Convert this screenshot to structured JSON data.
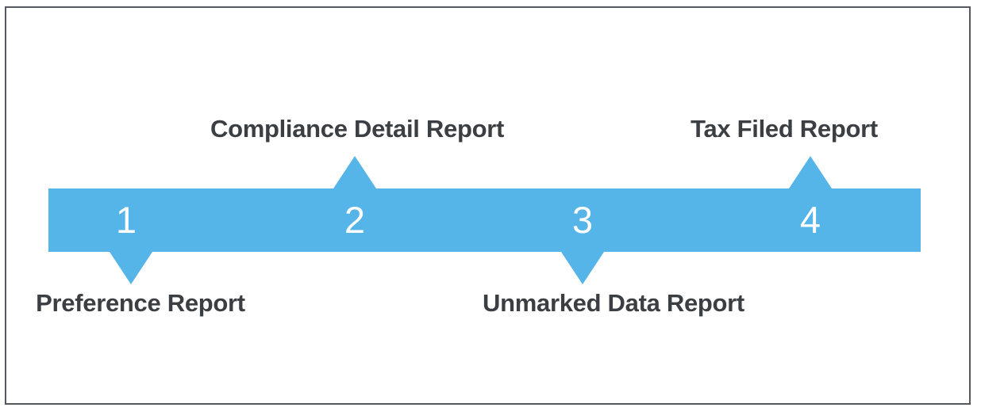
{
  "diagram": {
    "title_text": "",
    "colors": {
      "band": "#55b4e8",
      "arrow": "#55b4e8",
      "number_text": "#ffffff",
      "caption_text": "#3b3e42",
      "frame_border": "#55585f",
      "background": "#ffffff"
    },
    "steps": [
      {
        "number": "1",
        "label": "Preference Report",
        "arrow_direction": "down",
        "label_position": "below"
      },
      {
        "number": "2",
        "label": "Compliance Detail Report",
        "arrow_direction": "up",
        "label_position": "above"
      },
      {
        "number": "3",
        "label": "Unmarked Data Report",
        "arrow_direction": "down",
        "label_position": "below"
      },
      {
        "number": "4",
        "label": "Tax Filed Report",
        "arrow_direction": "up",
        "label_position": "above"
      }
    ]
  }
}
